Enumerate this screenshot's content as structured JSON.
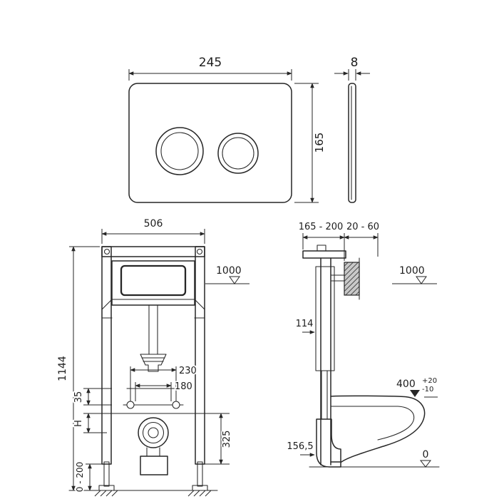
{
  "plate": {
    "width": "245",
    "height": "165",
    "thickness": "8"
  },
  "front": {
    "width": "506",
    "height": "1144",
    "level": "1000",
    "spacing_outer": "230",
    "spacing_inner": "180",
    "offset_35": "35",
    "offset_h": "H",
    "drain_height": "325",
    "foot_adjust": "0 - 200"
  },
  "side": {
    "depth": "165 - 200",
    "wall": "20 - 60",
    "level": "1000",
    "cistern_depth": "114",
    "bowl_height": "400",
    "bowl_tol_plus": "+20",
    "bowl_tol_minus": "-10",
    "outlet_height": "156,5",
    "floor": "0"
  }
}
